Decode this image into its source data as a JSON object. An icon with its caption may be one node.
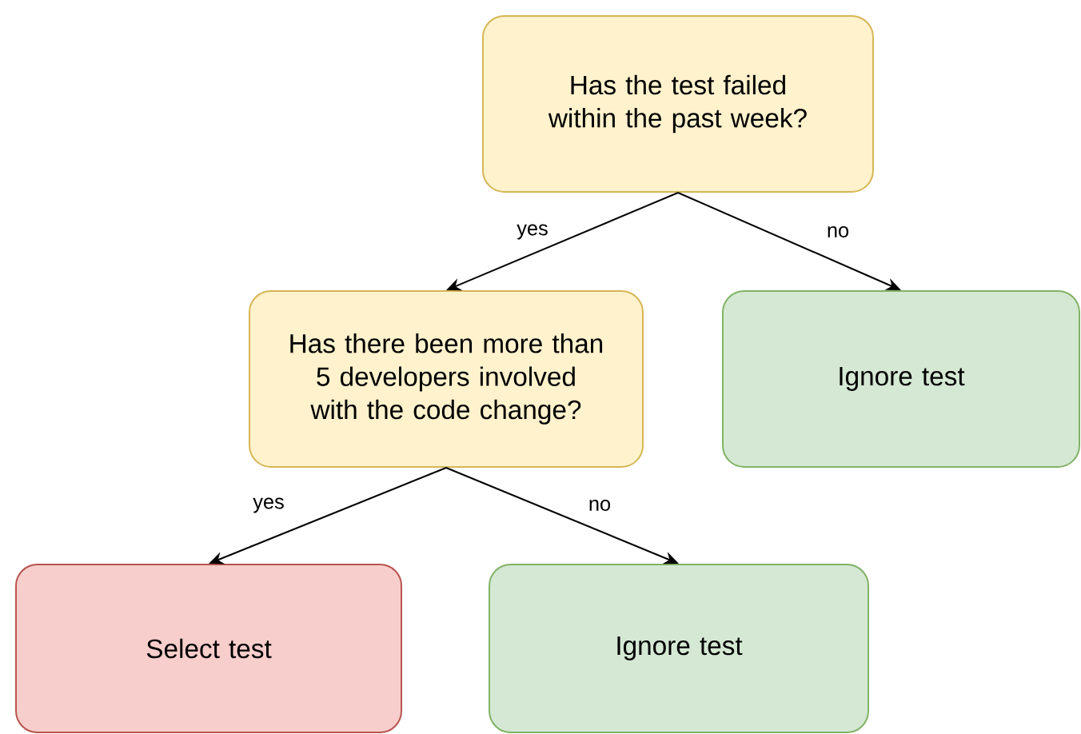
{
  "diagram": {
    "nodes": [
      {
        "text": [
          "Has the test failed within the past week?"
        ]
      },
      {
        "text": [
          "Has there been more than 5 developers involved with the code change?"
        ]
      },
      {
        "text": [
          "Ignore test"
        ]
      },
      {
        "text": [
          "Select test"
        ]
      },
      {
        "text": [
          "Ignore test"
        ]
      }
    ],
    "edges": [
      {
        "from": 0,
        "to": 1,
        "arrow": "to",
        "label": "yes"
      },
      {
        "from": 0,
        "to": 2,
        "arrow": "to",
        "label": "no"
      },
      {
        "from": 1,
        "to": 3,
        "arrow": "to",
        "label": "yes"
      },
      {
        "from": 1,
        "to": 4,
        "arrow": "to",
        "label": "no"
      }
    ]
  }
}
